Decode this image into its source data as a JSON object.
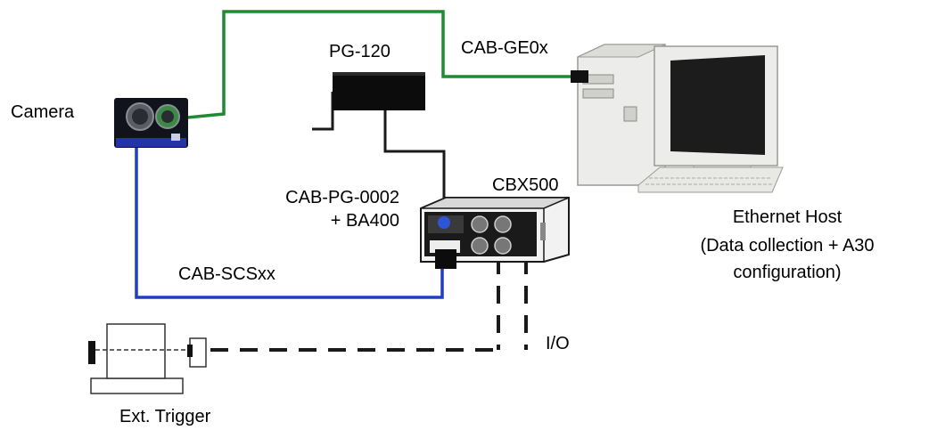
{
  "labels": {
    "camera": "Camera",
    "power_supply": "PG-120",
    "ethernet_cable": "CAB-GE0x",
    "connection_box": "CBX500",
    "power_cable_line1": "CAB-PG-0002",
    "power_cable_line2": "+ BA400",
    "serial_cable": "CAB-SCSxx",
    "io": "I/O",
    "trigger": "Ext. Trigger",
    "host_line1": "Ethernet Host",
    "host_line2": "(Data collection + A30",
    "host_line3": "configuration)"
  },
  "colors": {
    "ethernet_cable": "#1e8a32",
    "serial_cable": "#1f3fbf",
    "power_cable": "#1a1a1a",
    "io_dashed": "#1a1a1a",
    "device_body": "#11131c",
    "pc_body": "#ececea",
    "pc_screen": "#1c1c1c"
  }
}
